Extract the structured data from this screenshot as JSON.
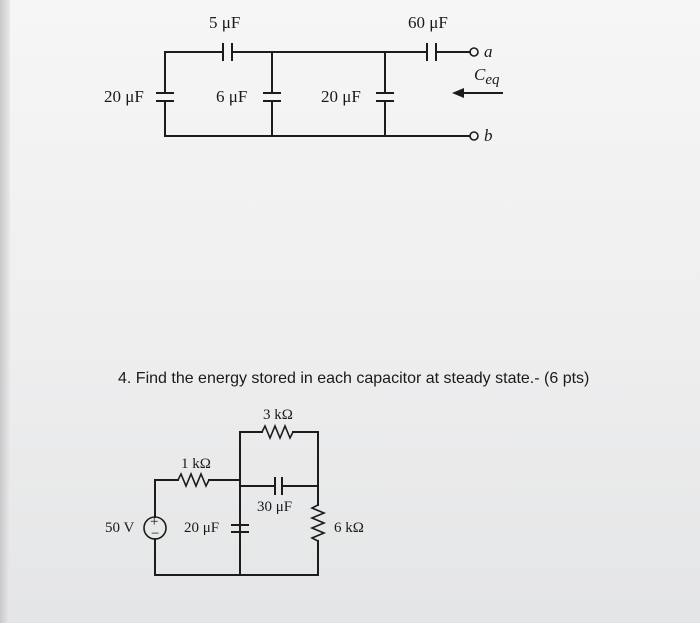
{
  "circuit_top": {
    "cap_5": "5 μF",
    "cap_60": "60 μF",
    "cap_20_left": "20 μF",
    "cap_6": "6 μF",
    "cap_20_mid": "20 μF",
    "terminal_a": "a",
    "terminal_b": "b",
    "ceq_main": "C",
    "ceq_sub": "eq"
  },
  "question": {
    "number": "4.",
    "text": "Find the energy stored in each capacitor at steady state.- (6 pts)"
  },
  "circuit_bottom": {
    "res_3k": "3 kΩ",
    "res_1k": "1 kΩ",
    "cap_30": "30 μF",
    "source": "50 V",
    "source_plus": "+",
    "source_minus": "−",
    "cap_20": "20 μF",
    "res_6k": "6 kΩ"
  }
}
